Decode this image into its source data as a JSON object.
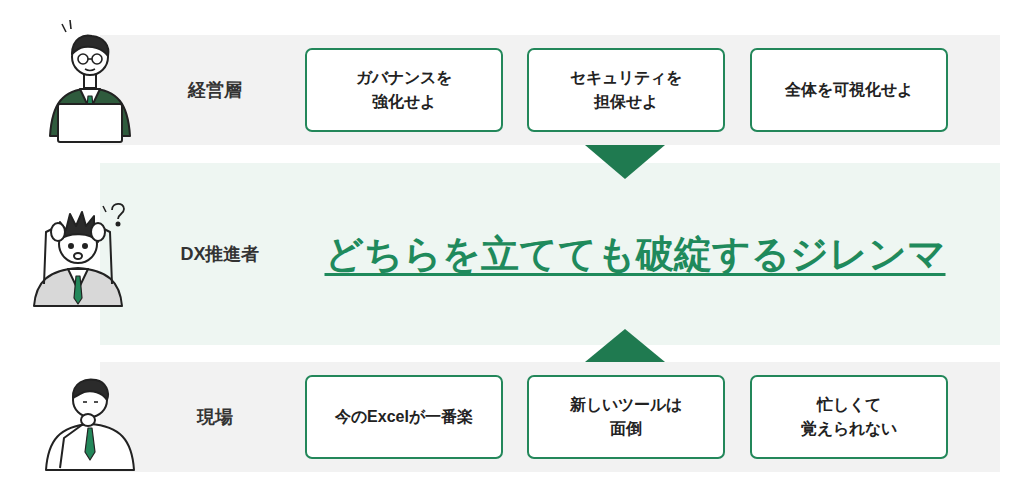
{
  "diagram": {
    "nodes": [
      {
        "text": [
          "経営層"
        ]
      },
      {
        "text": [
          "ガバナンスを 強化せよ"
        ],
        "in": 0
      },
      {
        "text": [
          "セキュリティを 担保せよ"
        ],
        "in": 0
      },
      {
        "text": [
          "全体を可視化せよ"
        ],
        "in": 0
      },
      {
        "text": [
          "DX推進者",
          "どちらを立てても破綻するジレンマ"
        ]
      },
      {
        "text": [
          "現場"
        ]
      },
      {
        "text": [
          "今のExcelが一番楽"
        ],
        "in": 5
      },
      {
        "text": [
          "新しいツールは 面倒"
        ],
        "in": 5
      },
      {
        "text": [
          "忙しくて 覚えられない"
        ],
        "in": 5
      }
    ],
    "edges": [
      {
        "from": 0,
        "to": 4,
        "arrow": "to"
      },
      {
        "from": 5,
        "to": 4,
        "arrow": "to"
      }
    ]
  }
}
